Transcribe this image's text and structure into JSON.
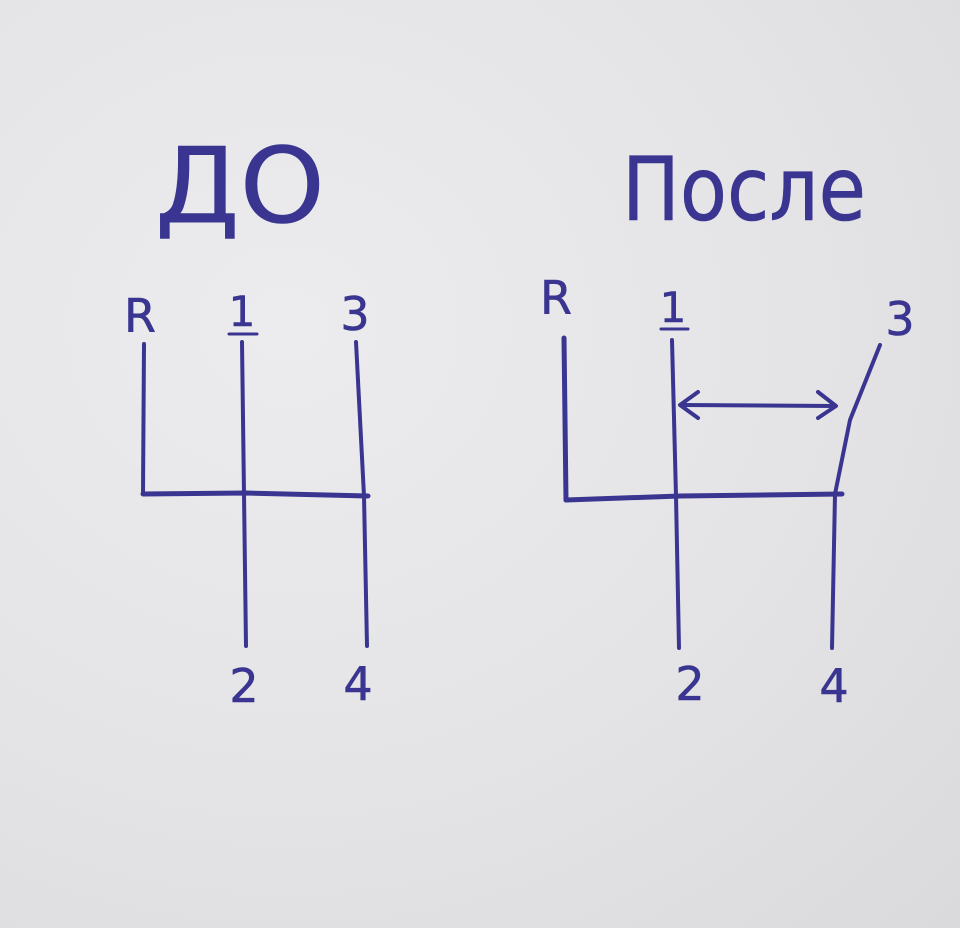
{
  "colors": {
    "ink": "#3a3590",
    "paper": "#e6e6e8"
  },
  "before": {
    "title": "ДО",
    "gears": {
      "r": "R",
      "g1": "1",
      "g2": "2",
      "g3": "3",
      "g4": "4"
    }
  },
  "after": {
    "title": "После",
    "gears": {
      "r": "R",
      "g1": "1",
      "g2": "2",
      "g3": "3",
      "g4": "4"
    }
  }
}
